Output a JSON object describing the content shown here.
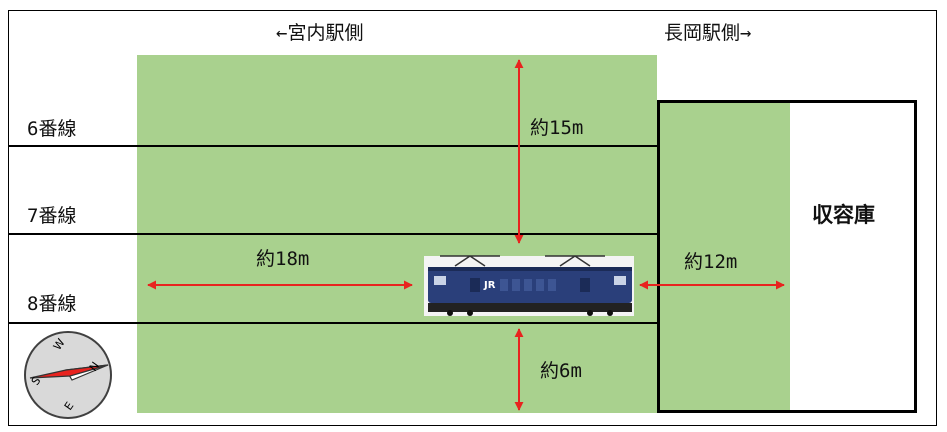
{
  "header": {
    "left_direction": "←宮内駅側",
    "right_direction": "長岡駅側→"
  },
  "tracks": [
    {
      "label": "6番線"
    },
    {
      "label": "7番線"
    },
    {
      "label": "8番線"
    }
  ],
  "depot": {
    "label": "収容庫"
  },
  "measurements": {
    "top_distance": "約15m",
    "left_distance": "約18m",
    "depot_distance": "約12m",
    "bottom_distance": "約6m"
  },
  "compass": {
    "north": "N",
    "south": "S",
    "east": "E",
    "west": "W"
  },
  "colors": {
    "area_green": "#a9d18e",
    "arrow_red": "#e8231f",
    "locomotive_blue": "#2a3f7a"
  }
}
